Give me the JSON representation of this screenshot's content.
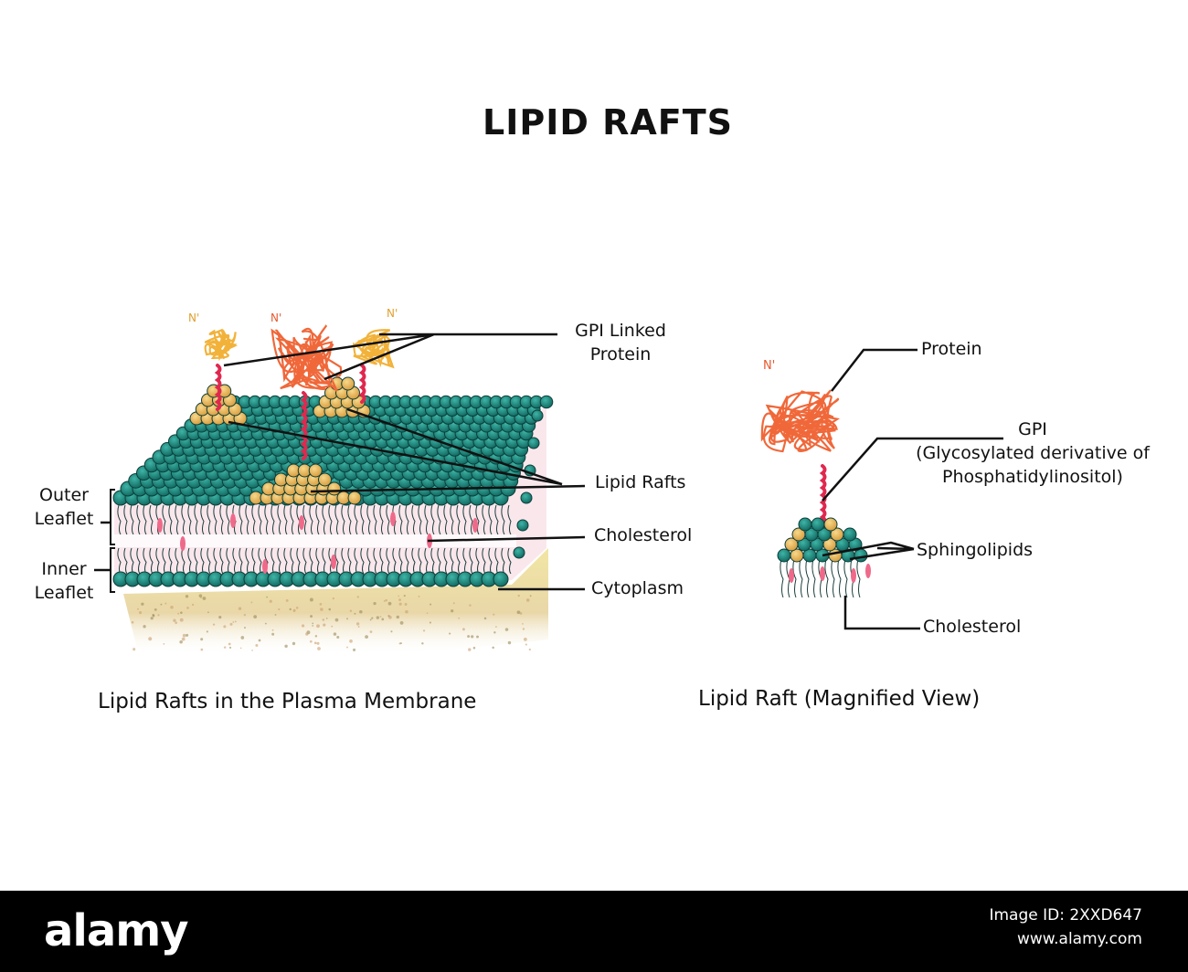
{
  "title": "LIPID RAFTS",
  "left_diagram": {
    "gpi_label_line1": "GPI Linked",
    "gpi_label_line2": "Protein",
    "lipid_rafts_label": "Lipid Rafts",
    "cholesterol_label": "Cholesterol",
    "cytoplasm_label": "Cytoplasm",
    "outer_leaflet_line1": "Outer",
    "outer_leaflet_line2": "Leaflet",
    "inner_leaflet_line1": "Inner",
    "inner_leaflet_line2": "Leaflet",
    "n_terminus": "N'",
    "caption": "Lipid Rafts in the Plasma Membrane"
  },
  "right_diagram": {
    "protein_label": "Protein",
    "gpi_label": "GPI",
    "gpi_desc_line1": "(Glycosylated derivative of",
    "gpi_desc_line2": "Phosphatidylinositol)",
    "sphingolipids_label": "Sphingolipids",
    "cholesterol_label": "Cholesterol",
    "n_terminus": "N'",
    "caption": "Lipid Raft (Magnified View)"
  },
  "colors": {
    "head_group": "#1f8a80",
    "raft_head": "#f0c070",
    "protein_orange": "#f0683a",
    "protein_yellow": "#f2b23a",
    "gpi_anchor": "#e0284f",
    "cholesterol": "#ef6a8a",
    "cytoplasm": "#eadfa0"
  },
  "footer": {
    "logo": "alamy",
    "image_id_line1": "Image ID: 2XXD647",
    "image_id_line2": "www.alamy.com"
  }
}
